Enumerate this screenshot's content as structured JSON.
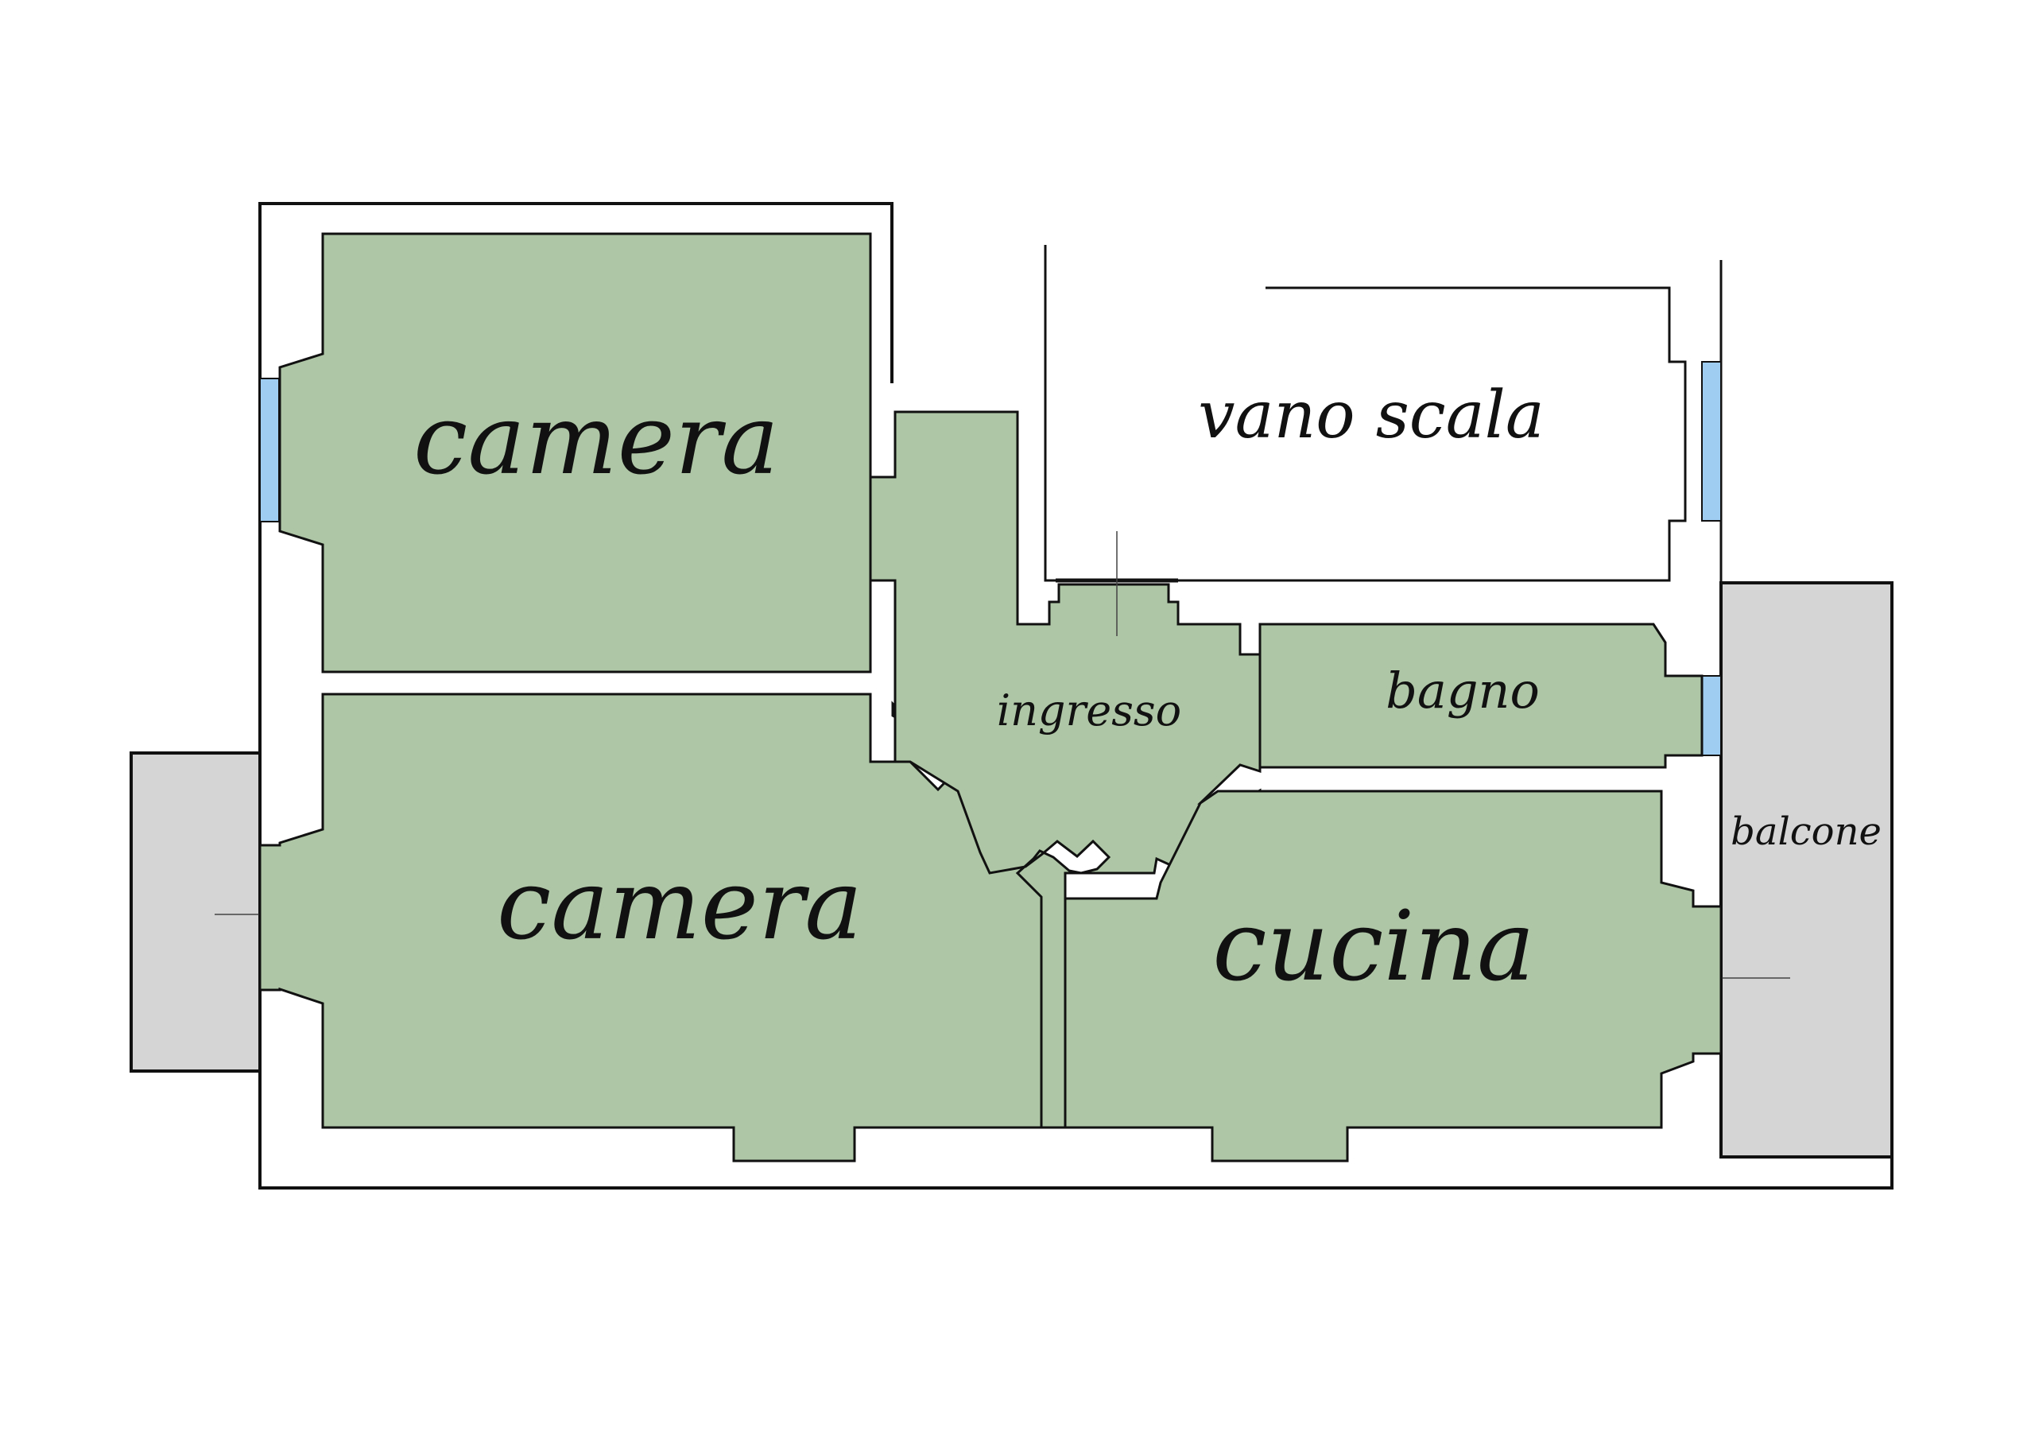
{
  "rooms": {
    "camera_top": {
      "label": "camera"
    },
    "camera_bottom": {
      "label": "camera"
    },
    "vano_scala": {
      "label": "vano scala"
    },
    "ingresso": {
      "label": "ingresso"
    },
    "bagno": {
      "label": "bagno"
    },
    "cucina": {
      "label": "cucina"
    },
    "balcone": {
      "label": "balcone"
    }
  },
  "colors": {
    "room_fill": "#aec6a5",
    "balcony_fill": "#d5d5d5",
    "window_fill": "#9fcdf2",
    "wall_line": "#111111",
    "background": "#ffffff"
  }
}
